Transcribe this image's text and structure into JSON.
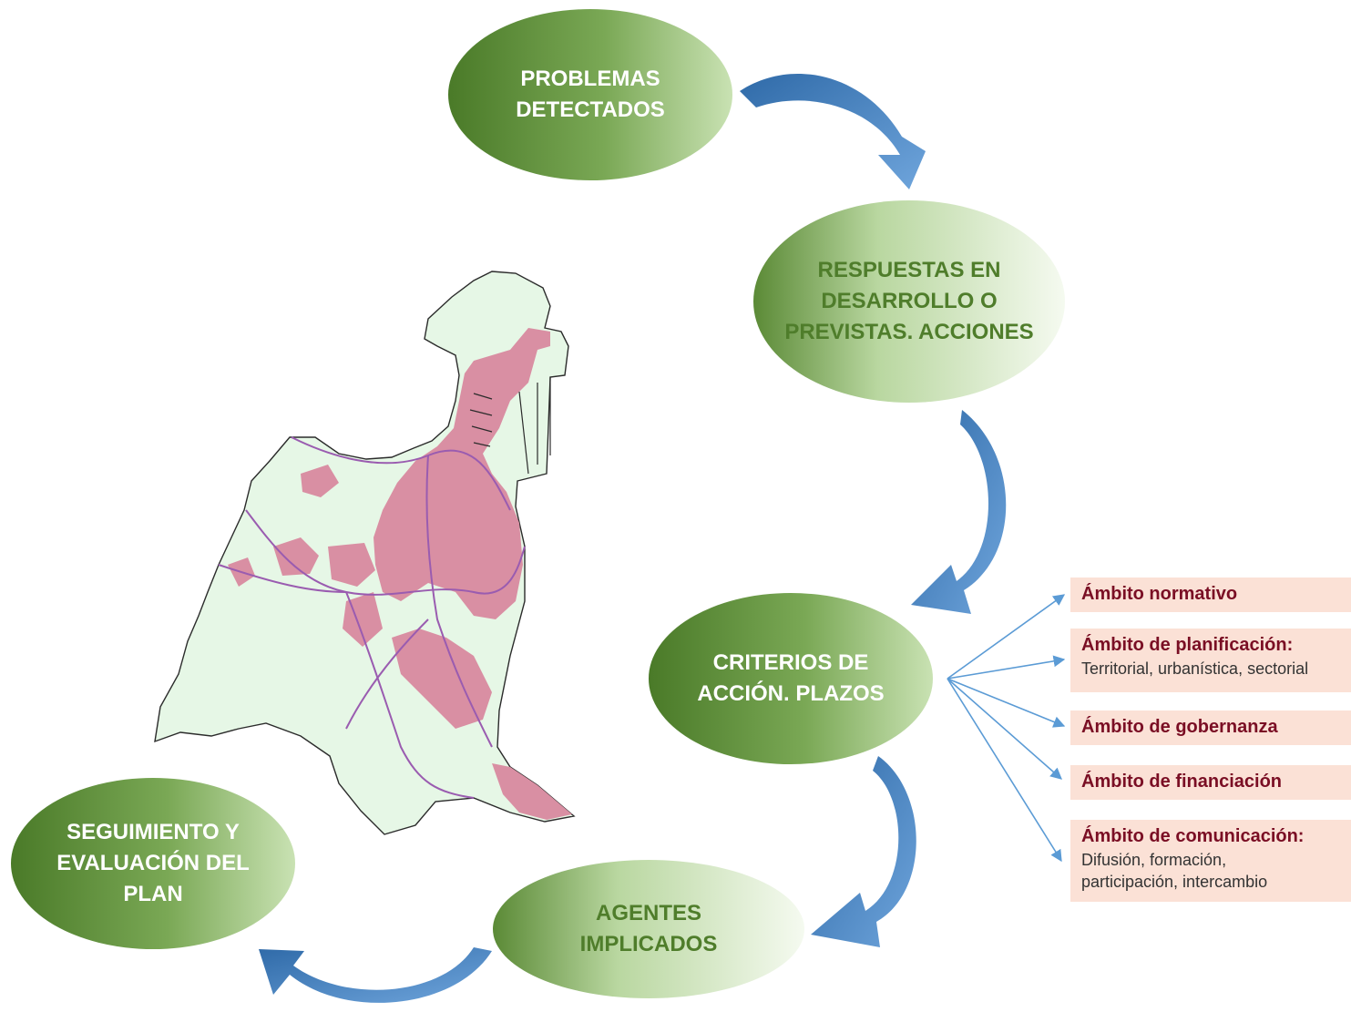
{
  "nodes": {
    "problemas": "PROBLEMAS\nDETECTADOS",
    "respuestas": "RESPUESTAS EN\nDESARROLLO O\nPREVISTAS. ACCIONES",
    "criterios": "CRITERIOS DE\nACCIÓN. PLAZOS",
    "agentes": "AGENTES\nIMPLICADOS",
    "seguimiento": "SEGUIMIENTO Y\nEVALUACIÓN DEL\nPLAN"
  },
  "ambitos": [
    {
      "title": "Ámbito normativo",
      "desc": ""
    },
    {
      "title": "Ámbito de planificación:",
      "desc": "Territorial, urbanística, sectorial"
    },
    {
      "title": "Ámbito de gobernanza",
      "desc": ""
    },
    {
      "title": "Ámbito de financiación",
      "desc": ""
    },
    {
      "title": "Ámbito de comunicación:",
      "desc": "Difusión, formación,\nparticipación, intercambio"
    }
  ],
  "colors": {
    "green_dark": "#4f7f2c",
    "green_light": "#e6f1dc",
    "arrow_blue": "#4a86c5",
    "ambito_bg": "#fbe1d6",
    "ambito_title": "#7a0e24",
    "map_fill": "#e6f7e6",
    "map_urban": "#d98fa3",
    "map_roads": "#9a5cb0"
  }
}
